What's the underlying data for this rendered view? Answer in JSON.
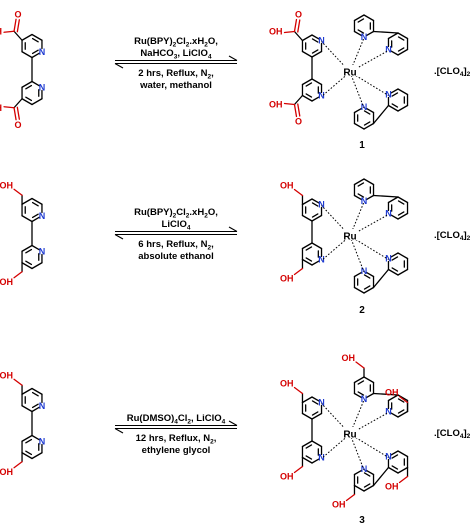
{
  "labels": {
    "ru": "Ru",
    "n": "N",
    "oh": "OH",
    "o": "O",
    "ho": "HO",
    "counter_ion_main": "[CLO",
    "counter_sub": "4",
    "counter_end": "]",
    "counter_sub2": "2",
    "counter_prefix": "."
  },
  "reactions": [
    {
      "id": "r1",
      "product_number": "1",
      "conditions_above": [
        {
          "text": "Ru(BPY)",
          "sub": "2",
          "text2": "Cl",
          "sub2": "2",
          "text3": ".xH",
          "sub3": "2",
          "text4": "O,"
        },
        {
          "text": "NaHCO",
          "sub": "3",
          "text2": ", LiClO",
          "sub2": "4",
          "text3": "",
          "sub3": "",
          "text4": ""
        }
      ],
      "conditions_below": [
        {
          "text": "2 hrs, Reflux, N",
          "sub": "2",
          "text2": ",",
          "sub2": "",
          "text3": "",
          "sub3": "",
          "text4": ""
        },
        {
          "text": "water, methanol",
          "sub": "",
          "text2": "",
          "sub2": "",
          "text3": "",
          "sub3": "",
          "text4": ""
        }
      ]
    },
    {
      "id": "r2",
      "product_number": "2",
      "conditions_above": [
        {
          "text": "Ru(BPY)",
          "sub": "2",
          "text2": "Cl",
          "sub2": "2",
          "text3": ".xH",
          "sub3": "2",
          "text4": "O,"
        },
        {
          "text": "LiClO",
          "sub": "4",
          "text2": "",
          "sub2": "",
          "text3": "",
          "sub3": "",
          "text4": ""
        }
      ],
      "conditions_below": [
        {
          "text": "6 hrs, Reflux, N",
          "sub": "2",
          "text2": ",",
          "sub2": "",
          "text3": "",
          "sub3": "",
          "text4": ""
        },
        {
          "text": "absolute ethanol",
          "sub": "",
          "text2": "",
          "sub2": "",
          "text3": "",
          "sub3": "",
          "text4": ""
        }
      ]
    },
    {
      "id": "r3",
      "product_number": "3",
      "conditions_above": [
        {
          "text": "Ru(DMSO)",
          "sub": "4",
          "text2": "Cl",
          "sub2": "2",
          "text3": ", LiClO",
          "sub3": "4",
          "text4": ""
        }
      ],
      "conditions_below": [
        {
          "text": "12 hrs, Reflux, N",
          "sub": "2",
          "text2": ",",
          "sub2": "",
          "text3": "",
          "sub3": "",
          "text4": ""
        },
        {
          "text": "ethylene glycol",
          "sub": "",
          "text2": "",
          "sub2": "",
          "text3": "",
          "sub3": "",
          "text4": ""
        }
      ]
    }
  ]
}
